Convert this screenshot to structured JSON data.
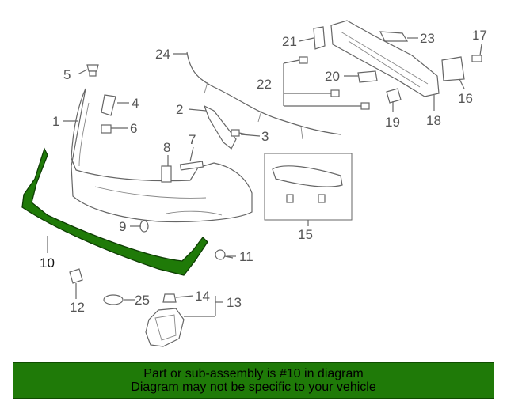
{
  "callouts": {
    "c1": "1",
    "c2": "2",
    "c3": "3",
    "c4": "4",
    "c5": "5",
    "c6": "6",
    "c7": "7",
    "c8": "8",
    "c9": "9",
    "c10": "10",
    "c11": "11",
    "c12": "12",
    "c13": "13",
    "c14": "14",
    "c15": "15",
    "c16": "16",
    "c17": "17",
    "c18": "18",
    "c19": "19",
    "c20": "20",
    "c21": "21",
    "c22": "22",
    "c23": "23",
    "c24": "24",
    "c25": "25"
  },
  "highlight_color": "#1f7a08",
  "banner": {
    "line1": "Part or sub-assembly is #10 in diagram",
    "line2": "Diagram may not be specific to your vehicle"
  }
}
